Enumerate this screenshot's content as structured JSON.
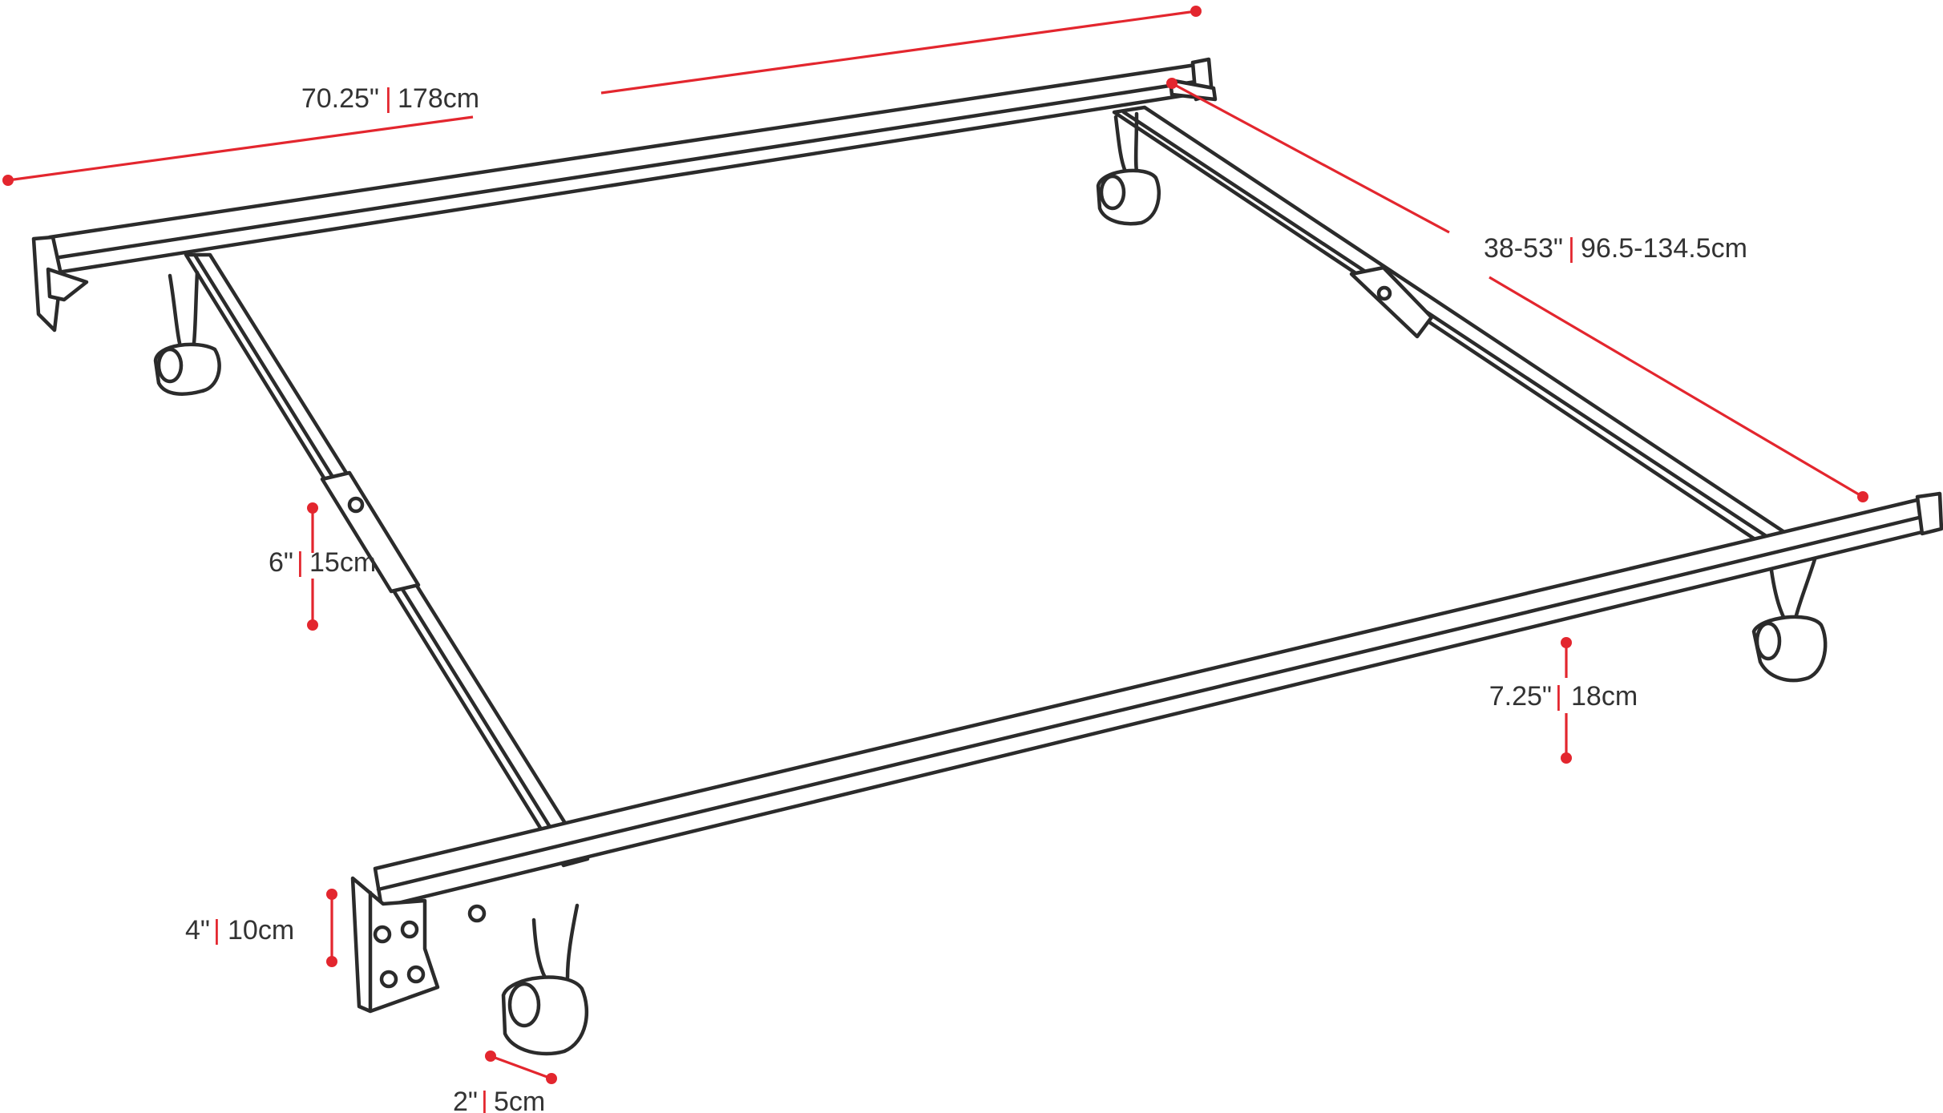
{
  "colors": {
    "dimension_line": "#e3262e",
    "frame_outline": "#2b2b2b",
    "label_text": "#333333",
    "background": "#ffffff"
  },
  "dimensions": {
    "length": {
      "imperial": "70.25\"",
      "separator": "|",
      "metric": "178cm"
    },
    "width": {
      "imperial": "38-53\"",
      "separator": "|",
      "metric": "96.5-134.5cm"
    },
    "leg_height": {
      "imperial": "6\"",
      "separator": "|",
      "metric": "15cm"
    },
    "frame_height": {
      "imperial": "7.25\"",
      "separator": "|",
      "metric": "18cm"
    },
    "bracket_height": {
      "imperial": "4\"",
      "separator": "|",
      "metric": "10cm"
    },
    "caster_width": {
      "imperial": "2\"",
      "separator": "|",
      "metric": "5cm"
    }
  }
}
